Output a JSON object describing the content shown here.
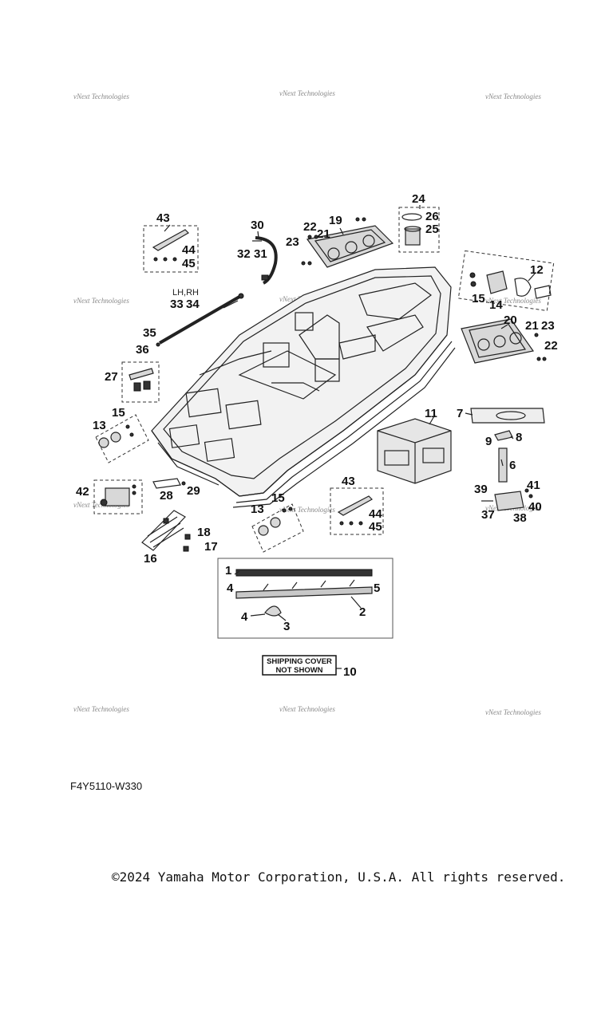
{
  "diagram": {
    "callouts": [
      "1",
      "2",
      "3",
      "4",
      "5",
      "6",
      "7",
      "8",
      "9",
      "10",
      "11",
      "12",
      "13",
      "14",
      "15",
      "16",
      "17",
      "18",
      "19",
      "20",
      "21",
      "22",
      "23",
      "24",
      "25",
      "26",
      "27",
      "28",
      "29",
      "30",
      "31",
      "32",
      "33",
      "34",
      "35",
      "36",
      "37",
      "38",
      "39",
      "40",
      "41",
      "42",
      "43",
      "44",
      "45"
    ],
    "side_note": "LH,RH",
    "note_box": {
      "line1": "SHIPPING COVER",
      "line2": "NOT SHOWN"
    },
    "watermark_text": "vNext Technologies",
    "code": "F4Y5110-W330"
  },
  "footer": {
    "copyright": "©2024 Yamaha Motor Corporation, U.S.A. All rights reserved."
  }
}
